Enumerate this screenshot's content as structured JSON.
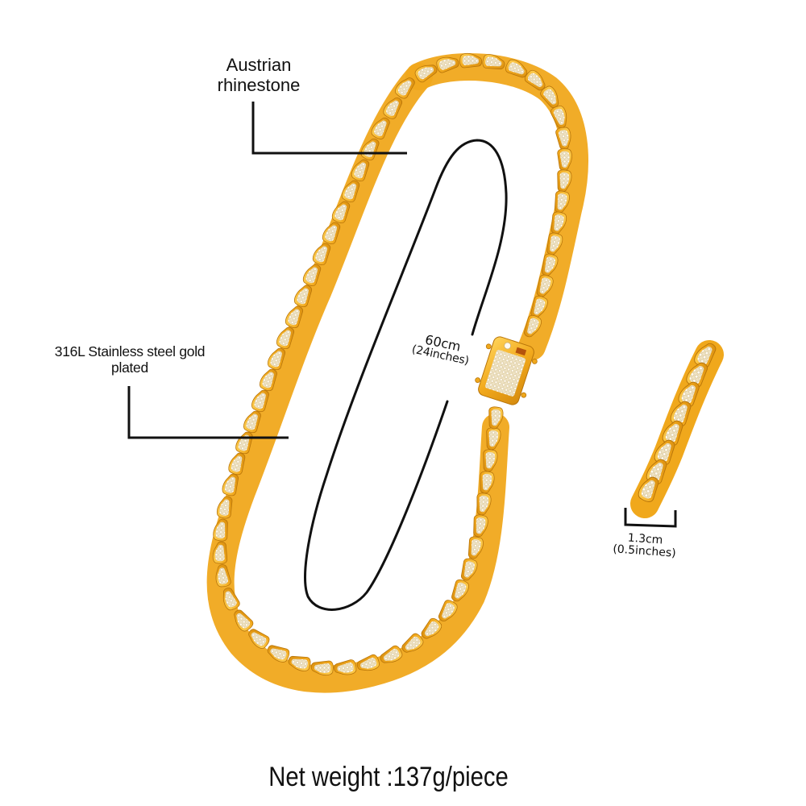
{
  "product": {
    "type": "Cuban link chain necklace (iced, gold tone)",
    "colors": {
      "gold_light": "#f7c548",
      "gold_mid": "#f0a81c",
      "gold_dark": "#c9800a",
      "rhinestone": "#f4efe4",
      "annotation_line": "#111111",
      "background": "#ffffff"
    }
  },
  "annotations": {
    "rhinestone": {
      "line1": "Austrian",
      "line2": "rhinestone"
    },
    "material": {
      "line1": "316L Stainless steel gold",
      "line2": "plated"
    },
    "length": {
      "metric": "60cm",
      "imperial": "(24inches)"
    },
    "width": {
      "metric": "1.3cm",
      "imperial": "(0.5inches)"
    },
    "weight": {
      "text": "Net weight :137g/piece"
    }
  }
}
